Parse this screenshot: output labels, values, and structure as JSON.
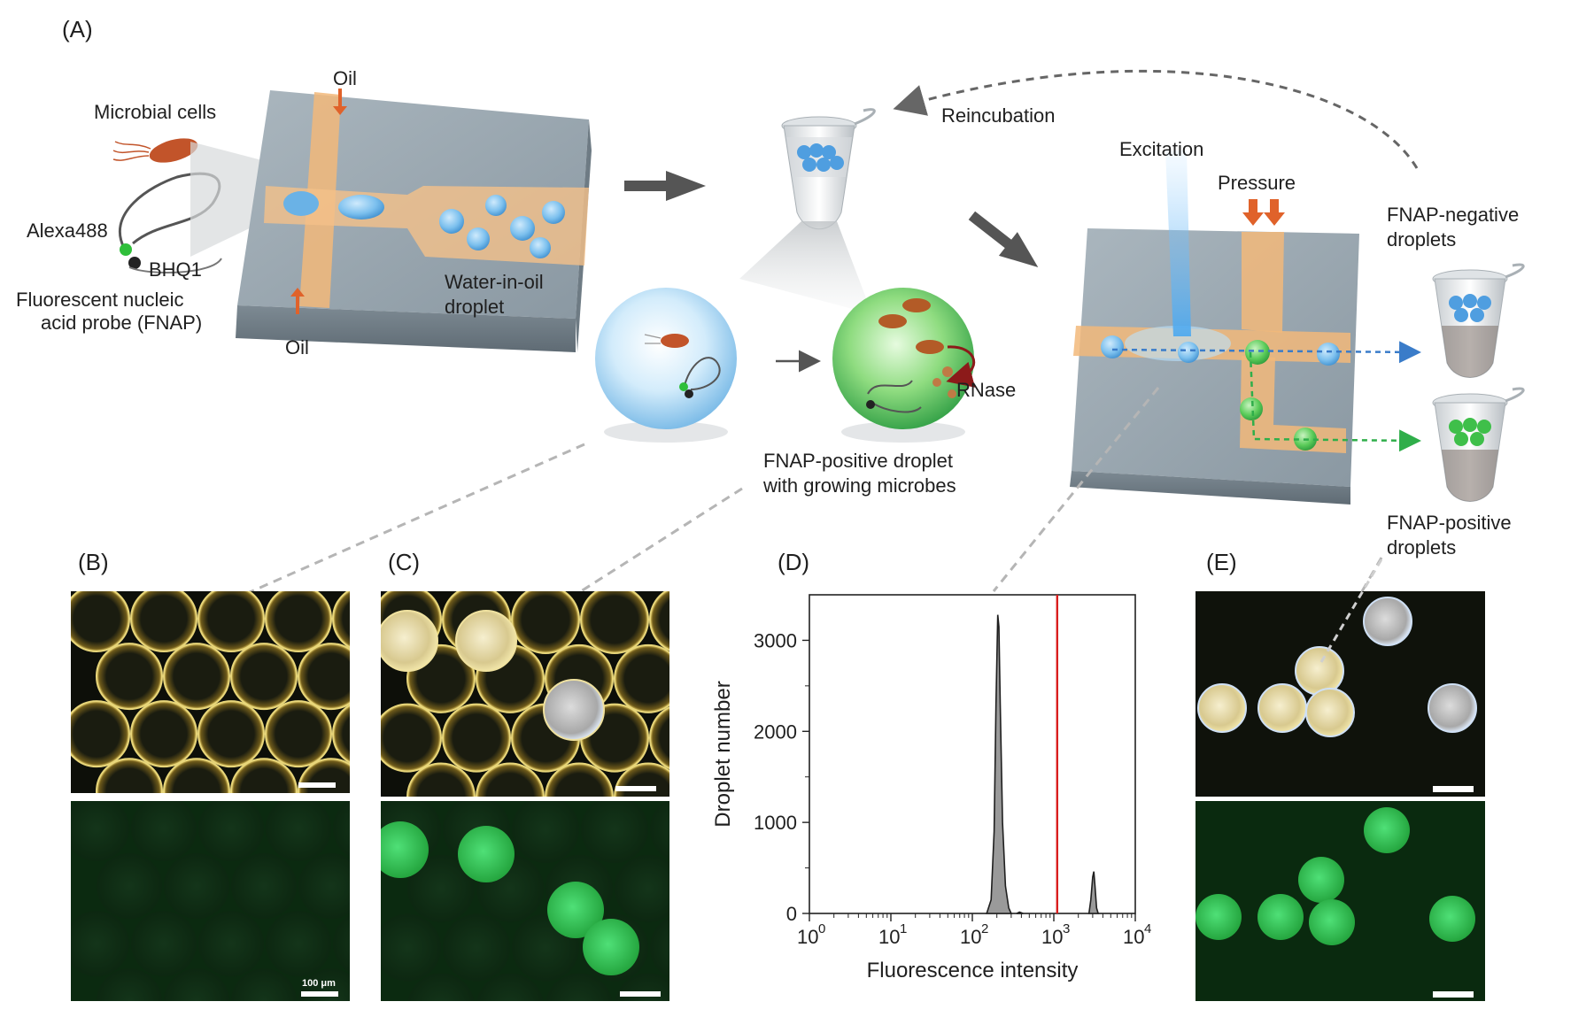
{
  "panels": {
    "a": "(A)",
    "b": "(B)",
    "c": "(C)",
    "d": "(D)",
    "e": "(E)"
  },
  "schematic": {
    "oil_top": "Oil",
    "oil_bottom": "Oil",
    "microbial_cells": "Microbial cells",
    "alexa": "Alexa488",
    "bhq": "BHQ1",
    "fnap_line1": "Fluorescent nucleic",
    "fnap_line2": "acid probe (FNAP)",
    "wio_line1": "Water-in-oil",
    "wio_line2": "droplet",
    "reincubation": "Reincubation",
    "rnase": "RNase",
    "positive_line1": "FNAP-positive droplet",
    "positive_line2": "with growing microbes",
    "excitation": "Excitation",
    "pressure": "Pressure",
    "neg_line1": "FNAP-negative",
    "neg_line2": "droplets",
    "pos_line1": "FNAP-positive",
    "pos_line2": "droplets"
  },
  "micrographs": {
    "scale_bar": "100 μm"
  },
  "colors": {
    "oil_channel": "#f2b97a",
    "chip": "#8c9ba6",
    "droplet_blue": "#6ab2e6",
    "droplet_green": "#45c466",
    "gate": "#d91e1e",
    "arrow_orange": "#e0622a"
  },
  "chart_data": {
    "type": "area",
    "xlabel": "Fluorescence intensity",
    "ylabel": "Droplet number",
    "xscale": "log",
    "xlim": [
      1,
      10000
    ],
    "ylim": [
      0,
      3500
    ],
    "xticks": [
      "10",
      "10",
      "10",
      "10",
      "10"
    ],
    "xtick_exponents": [
      "0",
      "1",
      "2",
      "3",
      "4"
    ],
    "yticks": [
      "0",
      "1000",
      "2000",
      "3000"
    ],
    "gate_x": 1100,
    "series": [
      {
        "x": [
          150,
          170,
          185,
          195,
          205,
          212,
          220,
          235,
          255,
          280,
          300
        ],
        "y": [
          0,
          150,
          900,
          2300,
          3280,
          3150,
          2300,
          1000,
          300,
          60,
          0
        ]
      },
      {
        "x": [
          350,
          380,
          420
        ],
        "y": [
          0,
          15,
          0
        ]
      },
      {
        "x": [
          2700,
          2850,
          3000,
          3100,
          3200,
          3350,
          3500
        ],
        "y": [
          0,
          150,
          400,
          460,
          300,
          60,
          0
        ]
      }
    ]
  }
}
